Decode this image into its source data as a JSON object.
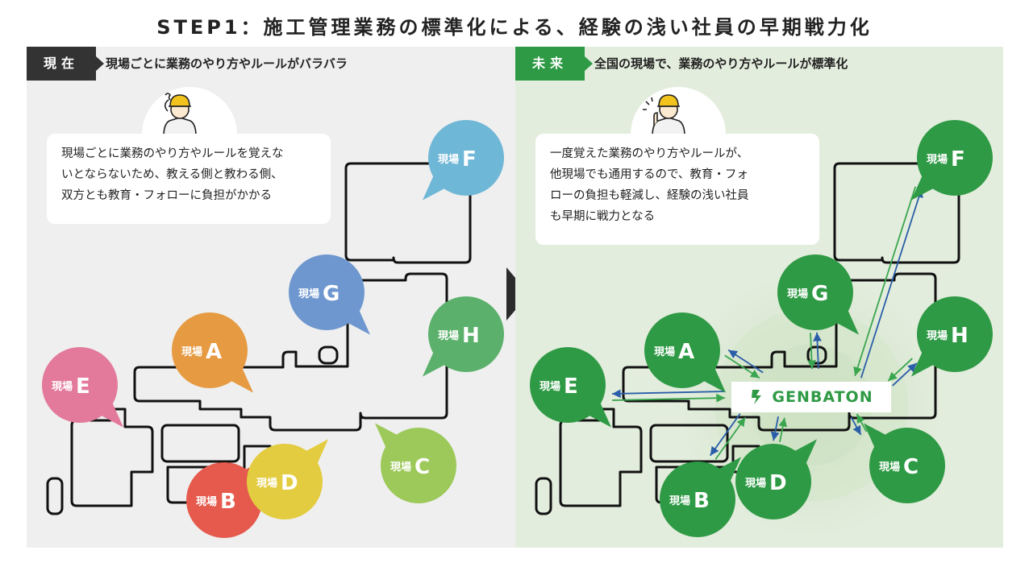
{
  "title": "STEP1：施工管理業務の標準化による、経験の浅い社員の早期戦力化",
  "left": {
    "tag": "現在",
    "heading": "現場ごとに業務のやり方やルールがバラバラ",
    "speech_lines": [
      "現場ごとに業務のやり方やルールを覚えな",
      "いとならないため、教える側と教わる側、",
      "双方とも教育・フォローに負担がかかる"
    ]
  },
  "right": {
    "tag": "未来",
    "heading": "全国の現場で、業務のやり方やルールが標準化",
    "speech_lines": [
      "一度覚えた業務のやり方やルールが、",
      "他現場でも通用するので、教育・フォ",
      "ローの負担も軽減し、経験の浅い社員",
      "も早期に戦力となる"
    ]
  },
  "site_prefix": "現場",
  "sites": [
    {
      "letter": "A",
      "color": "#e69a42"
    },
    {
      "letter": "B",
      "color": "#e55a4c"
    },
    {
      "letter": "C",
      "color": "#9cc95a"
    },
    {
      "letter": "D",
      "color": "#e3cc3f"
    },
    {
      "letter": "E",
      "color": "#e37a9c"
    },
    {
      "letter": "F",
      "color": "#6fb7d6"
    },
    {
      "letter": "G",
      "color": "#6e97cf"
    },
    {
      "letter": "H",
      "color": "#5bb16b"
    }
  ],
  "colors": {
    "future_green": "#2f9a45",
    "arrow_blue": "#2a5ea8",
    "arrow_green": "#3aa54f"
  },
  "logo_text": "GENBATON"
}
